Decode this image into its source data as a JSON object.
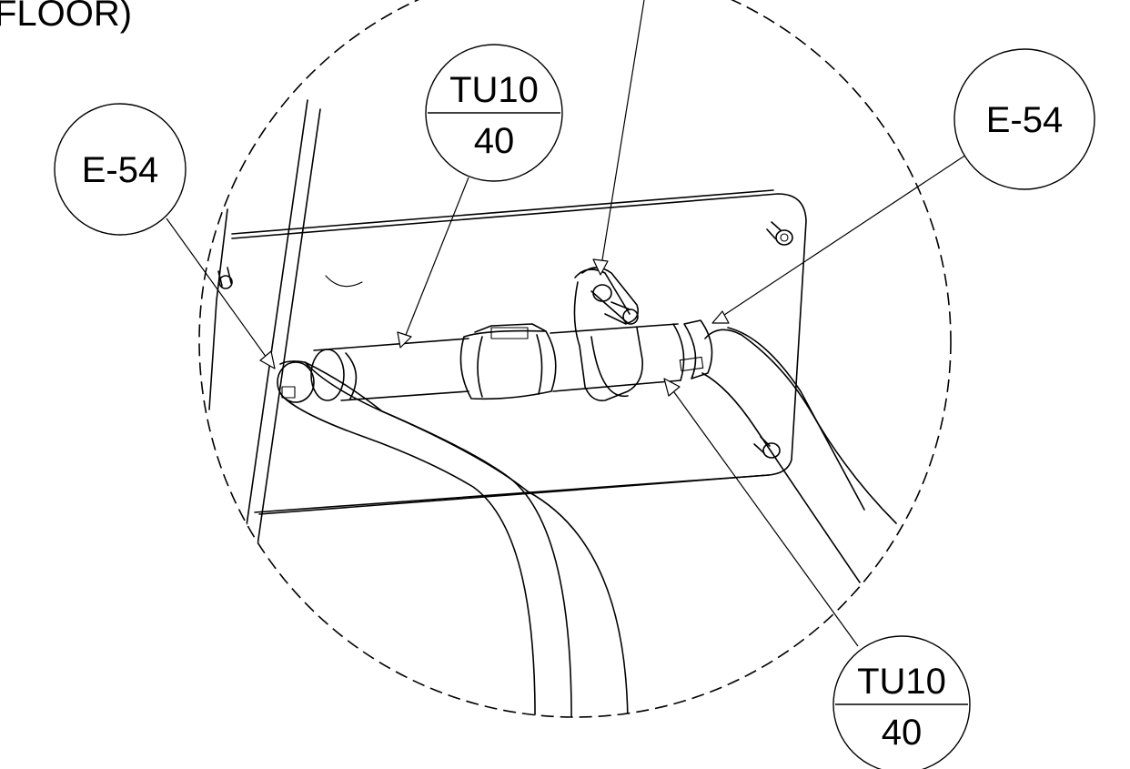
{
  "header": {
    "title_fragment": "FLOOR)"
  },
  "callouts": [
    {
      "id": "e54-left",
      "text": "E-54"
    },
    {
      "id": "tu10-top",
      "top": "TU10",
      "bottom": "40"
    },
    {
      "id": "e54-right",
      "text": "E-54"
    },
    {
      "id": "tu10-bottom",
      "top": "TU10",
      "bottom": "40"
    }
  ]
}
